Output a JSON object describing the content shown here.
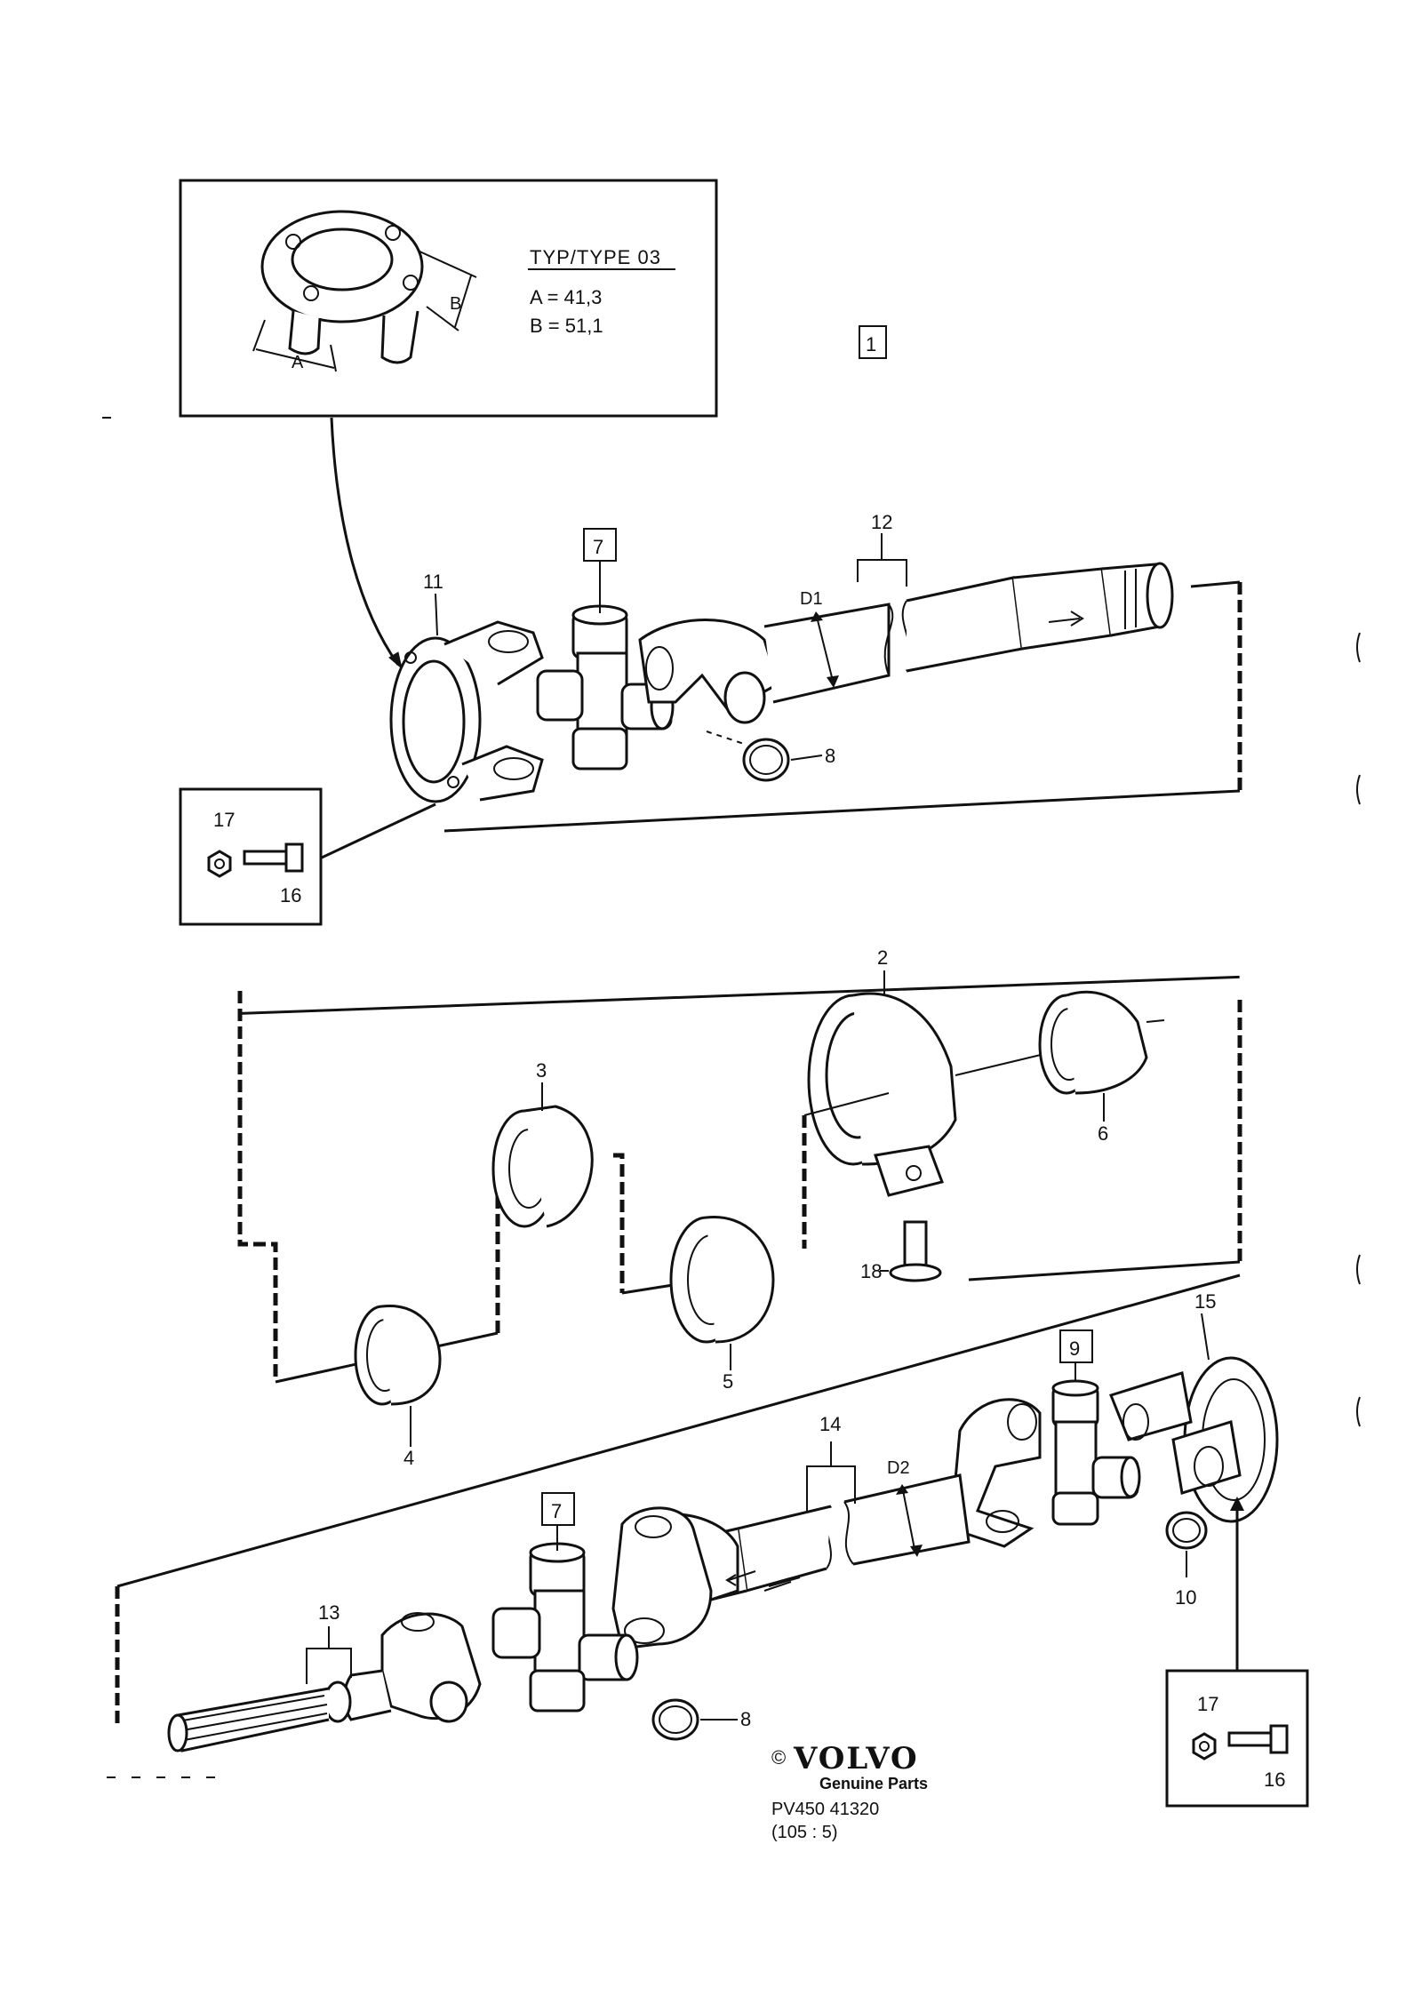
{
  "inset": {
    "type_label": "TYP/TYPE 03",
    "dim_a": "A = 41,3",
    "dim_b": "B = 51,1",
    "letter_a": "A",
    "letter_b": "B"
  },
  "group_box": "1",
  "callouts": {
    "c11": "11",
    "c7a": "7",
    "c12": "12",
    "cD1": "D1",
    "c8a": "8",
    "c17a": "17",
    "c16a": "16",
    "c2": "2",
    "c3": "3",
    "c4": "4",
    "c5": "5",
    "c6": "6",
    "c18": "18",
    "c15": "15",
    "c9": "9",
    "c14": "14",
    "cD2": "D2",
    "c10": "10",
    "c7b": "7",
    "c13": "13",
    "c8b": "8",
    "c17b": "17",
    "c16b": "16"
  },
  "footer": {
    "copyright": "©",
    "brand": "VOLVO",
    "subtitle": "Genuine Parts",
    "ref_code": "PV450 41320",
    "ref_sub": "(105 : 5)"
  }
}
